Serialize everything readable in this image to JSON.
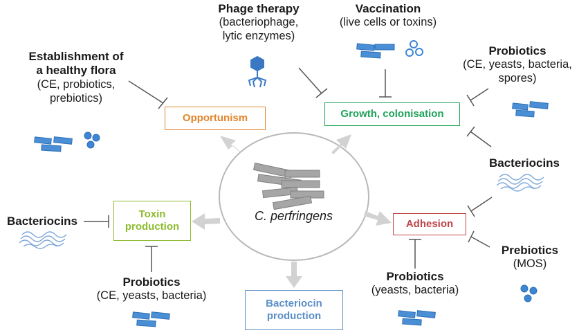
{
  "center": {
    "label": "C. perfringens"
  },
  "effects": {
    "opportunism": {
      "label": "Opportunism",
      "color": "#E4842A"
    },
    "growth": {
      "label": "Growth, colonisation",
      "color": "#1FA35B"
    },
    "toxin": {
      "line1": "Toxin",
      "line2": "production",
      "color": "#8DBB2F"
    },
    "adhesion": {
      "label": "Adhesion",
      "color": "#C0454A"
    },
    "bacteriocin_prod": {
      "line1": "Bacteriocin",
      "line2": "production",
      "color": "#5B8FC8"
    }
  },
  "interventions": {
    "phage": {
      "title": "Phage therapy",
      "line1": "(bacteriophage,",
      "line2": "lytic enzymes)"
    },
    "vaccination": {
      "title": "Vaccination",
      "line1": "(live cells or toxins)"
    },
    "probiotics_top_right": {
      "title": "Probiotics",
      "line1": "(CE, yeasts, bacteria,",
      "line2": "spores)"
    },
    "healthy_flora": {
      "title1": "Establishment of",
      "title2": "a healthy flora",
      "line1": "(CE, probiotics,",
      "line2": "prebiotics)"
    },
    "bacteriocins_right": {
      "title": "Bacteriocins"
    },
    "bacteriocins_left": {
      "title": "Bacteriocins"
    },
    "prebiotics": {
      "title": "Prebiotics",
      "line1": "(MOS)"
    },
    "probiotics_bottom": {
      "title": "Probiotics",
      "line1": "(yeasts, bacteria)"
    },
    "probiotics_left": {
      "title": "Probiotics",
      "line1": "(CE, yeasts, bacteria)"
    }
  },
  "colors": {
    "rod_blue": "#4A8FD6",
    "rod_border": "#2E6FB5",
    "coccus_fill": "#3D86D4",
    "arrow_grey": "#D2D2D2",
    "ellipse_border": "#B8B8B8",
    "bacterium_grey": "#A6A6A6",
    "inhibit_line": "#555555",
    "phage_blue": "#3A78C4"
  }
}
